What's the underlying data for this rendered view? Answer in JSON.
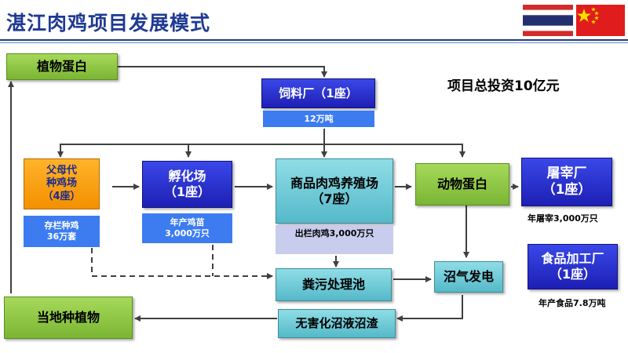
{
  "title": "湛江肉鸡项目发展模式",
  "investment": "项目总投资10亿元",
  "nodes": {
    "plant_protein": "植物蛋白",
    "feed_mill": "饲料厂（1座）",
    "feed_mill_capacity": "12万吨",
    "parent_farm": "父母代\n种鸡场\n（4座）",
    "parent_farm_stock": "存栏种鸡\n36万套",
    "hatchery": "孵化场\n（1座）",
    "hatchery_output": "年产鸡苗\n3,000万只",
    "broiler_farm": "商品肉鸡养殖场\n（7座）",
    "broiler_output": "出栏肉鸡3,000万只",
    "animal_protein": "动物蛋白",
    "slaughterhouse": "屠宰厂\n（1座）",
    "slaughter_capacity": "年屠宰3,000万只",
    "food_plant": "食品加工厂\n（1座）",
    "food_output": "年产食品7.8万吨",
    "manure_pool": "粪污处理池",
    "biogas": "沼气发电",
    "residue": "无害化沼液沼渣",
    "local_crops": "当地种植物"
  },
  "colors": {
    "title": "#1f3a93",
    "green": "#8cc63f",
    "blue": "#2a30d6",
    "teal": "#6ccad6",
    "orange": "#f7a11a",
    "arrow": "#404040"
  },
  "flags": [
    "thailand-flag",
    "china-flag"
  ]
}
